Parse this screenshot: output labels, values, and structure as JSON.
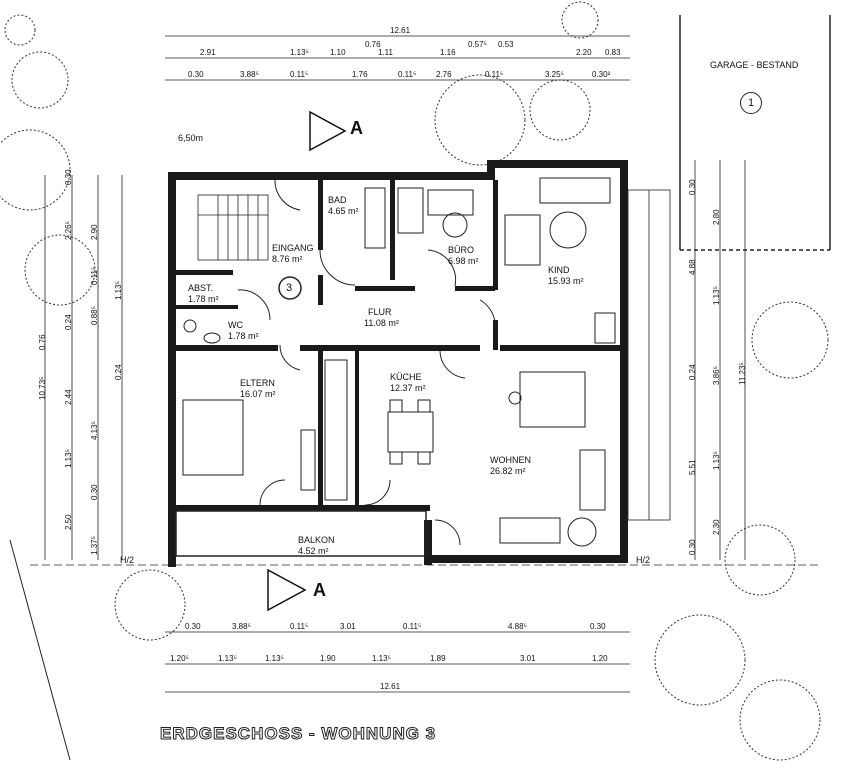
{
  "title": "ERDGESCHOSS - WOHNUNG 3",
  "section_marker": "A",
  "level_mark": "6,50m",
  "unit_number": "3",
  "garage": {
    "label": "GARAGE - BESTAND",
    "number": "1"
  },
  "axis_label": "H/2",
  "rooms": [
    {
      "name": "BAD",
      "area": "4.65 m²"
    },
    {
      "name": "EINGANG",
      "area": "8.76 m²"
    },
    {
      "name": "BÜRO",
      "area": "6.98 m²"
    },
    {
      "name": "KIND",
      "area": "15.93 m²"
    },
    {
      "name": "ABST.",
      "area": "1.78 m²"
    },
    {
      "name": "WC",
      "area": "1.78 m²"
    },
    {
      "name": "FLUR",
      "area": "11.08 m²"
    },
    {
      "name": "ELTERN",
      "area": "16.07 m²"
    },
    {
      "name": "KÜCHE",
      "area": "12.37 m²"
    },
    {
      "name": "WOHNEN",
      "area": "26.82 m²"
    },
    {
      "name": "BALKON",
      "area": "4.52 m²"
    }
  ],
  "dims_top": {
    "total": "12.61",
    "row1": [
      "2.91",
      "1.13⁵",
      "1.10",
      "0.76",
      "1.11",
      "0.57⁵",
      "0.53",
      "1.16",
      "2.20",
      "0.83"
    ],
    "row2": [
      "0.30",
      "3.88⁵",
      "0.11⁵",
      "1.76",
      "0.11⁵",
      "2.76",
      "0.11⁵",
      "3.25⁵",
      "0.30²"
    ]
  },
  "dims_bottom": {
    "row1": [
      "0.30",
      "3.88⁵",
      "0.11⁵",
      "3.01",
      "0.11⁵",
      "4.88⁵",
      "0.30"
    ],
    "row2": [
      "1.20⁵",
      "1.13⁵",
      "1.13⁵",
      "1.90",
      "1.13⁵",
      "1.89",
      "3.01",
      "1.20"
    ],
    "total": "12.61"
  },
  "dims_left": [
    "10.73⁵",
    "0.76",
    "0.24",
    "0.30",
    "2.26⁵",
    "2.44",
    "0.11⁵",
    "0.88⁵",
    "4.13⁵",
    "1.13⁵",
    "0.30",
    "2.50",
    "1.37⁵",
    "2.90",
    "0.24",
    "1.13⁵"
  ],
  "dims_right": [
    "0.30",
    "2.80",
    "4.88",
    "1.13⁵",
    "0.24",
    "3.86⁵",
    "11.23⁵",
    "5.51",
    "1.13⁵",
    "2.30",
    "0.30"
  ]
}
